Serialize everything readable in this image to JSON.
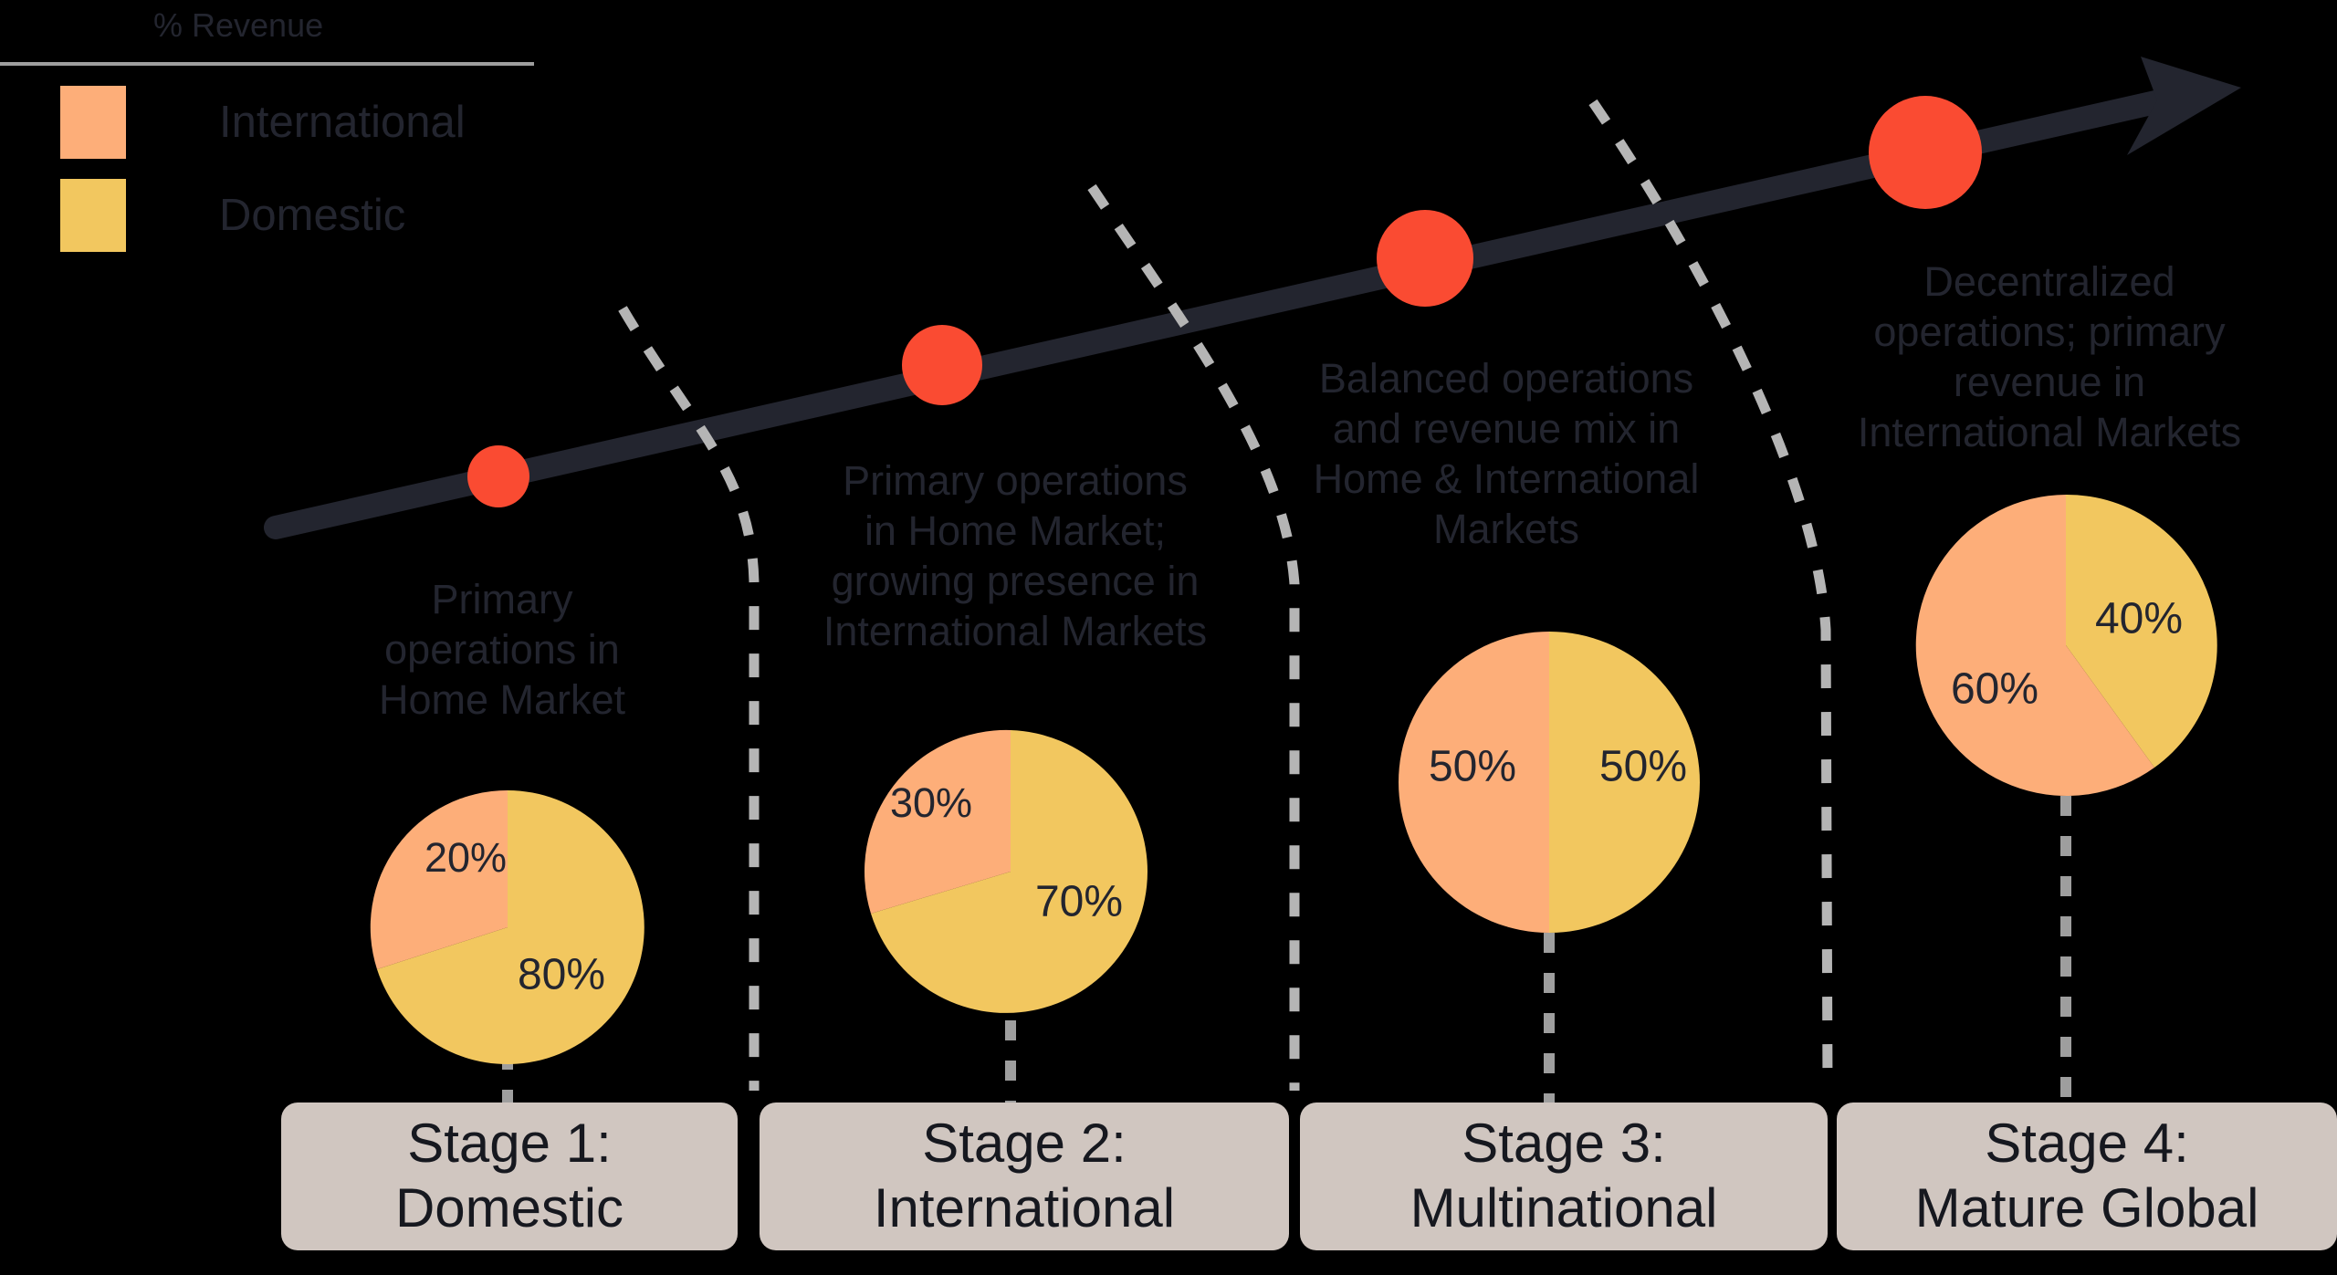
{
  "legend": {
    "title": "% Revenue",
    "items": [
      {
        "label": "International",
        "color": "#FDAE79"
      },
      {
        "label": "Domestic",
        "color": "#F2C75F"
      }
    ]
  },
  "colors": {
    "international": "#FDAE79",
    "domestic": "#F2C75F",
    "arrow": "#23252F",
    "milestone_dot": "#FA4B32",
    "divider": "#B5B5B5",
    "box_fill": "#D0C6C0",
    "text": "#23252F",
    "background": "#000000"
  },
  "stages": [
    {
      "box_title": "Stage 1:",
      "box_subtitle": "Domestic",
      "description": "Primary\noperations in\nHome Market",
      "international_label": "20%",
      "domestic_label": "80%"
    },
    {
      "box_title": "Stage 2:",
      "box_subtitle": "International",
      "description": "Primary operations\nin Home Market;\ngrowing presence in\nInternational Markets",
      "international_label": "30%",
      "domestic_label": "70%"
    },
    {
      "box_title": "Stage 3:",
      "box_subtitle": "Multinational",
      "description": "Balanced operations\nand revenue mix in\nHome & International\nMarkets",
      "international_label": "50%",
      "domestic_label": "50%"
    },
    {
      "box_title": "Stage 4:",
      "box_subtitle": "Mature Global",
      "description": "Decentralized\noperations; primary\nrevenue in\nInternational Markets",
      "international_label": "60%",
      "domestic_label": "40%"
    }
  ],
  "chart_data": {
    "type": "pie",
    "title": "% Revenue",
    "series_names": [
      "International",
      "Domestic"
    ],
    "charts": [
      {
        "name": "Stage 1: Domestic",
        "categories": [
          "International",
          "Domestic"
        ],
        "values": [
          20,
          80
        ]
      },
      {
        "name": "Stage 2: International",
        "categories": [
          "International",
          "Domestic"
        ],
        "values": [
          30,
          70
        ]
      },
      {
        "name": "Stage 3: Multinational",
        "categories": [
          "International",
          "Domestic"
        ],
        "values": [
          50,
          50
        ]
      },
      {
        "name": "Stage 4: Mature Global",
        "categories": [
          "International",
          "Domestic"
        ],
        "values": [
          60,
          40
        ]
      }
    ],
    "legend_position": "top-left",
    "unit": "%"
  }
}
